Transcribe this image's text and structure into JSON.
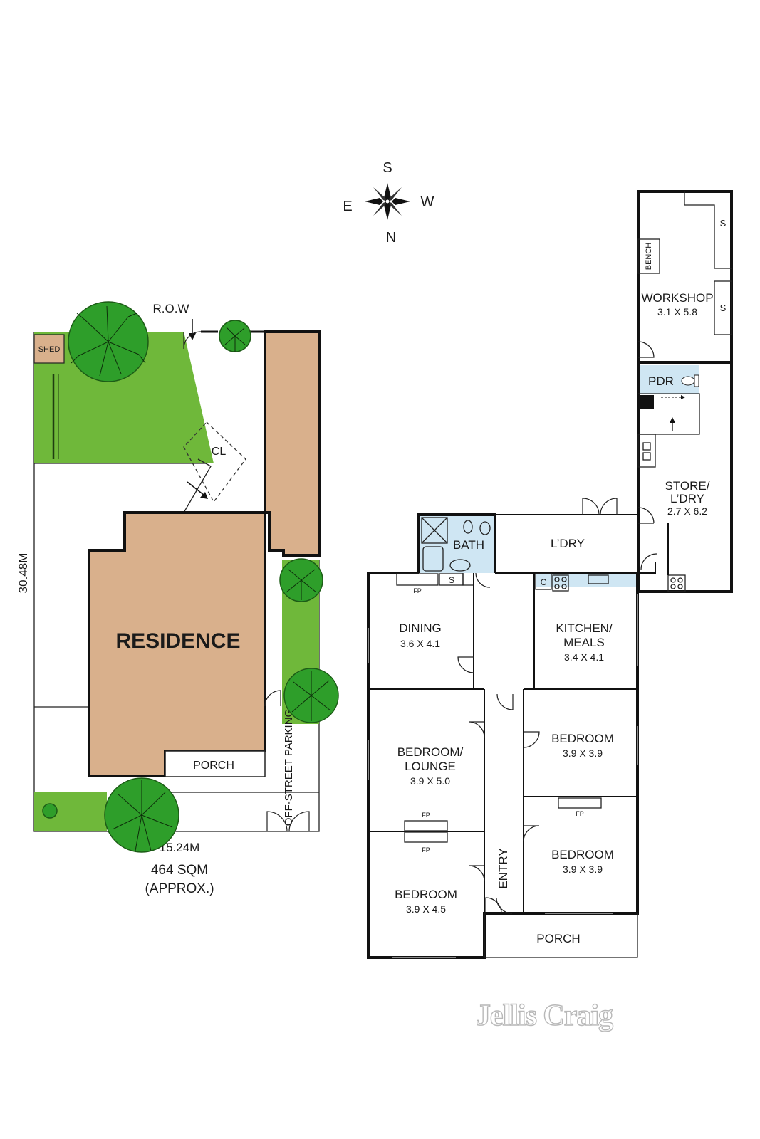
{
  "compass": {
    "s": "S",
    "w": "W",
    "e": "E",
    "n": "N"
  },
  "site": {
    "row": "R.O.W",
    "shed": "SHED",
    "cl": "CL",
    "residence": "RESIDENCE",
    "porch": "PORCH",
    "parking": "OFF-STREET PARKING",
    "depth": "30.48M",
    "frontage": "15.24M",
    "area": "464 SQM",
    "area_note": "(APPROX.)"
  },
  "rooms": {
    "workshop": {
      "name": "WORKSHOP",
      "dim": "3.1 X 5.8"
    },
    "bench": "BENCH",
    "shelf1": "S",
    "shelf2": "S",
    "pdr": "PDR",
    "store": {
      "name1": "STORE/",
      "name2": "L’DRY",
      "dim": "2.7 X 6.2"
    },
    "ldry": "L’DRY",
    "bath": "BATH",
    "dining": {
      "name": "DINING",
      "dim": "3.6 X 4.1"
    },
    "fp_dining": "FP",
    "shelf_dining": "S",
    "kitchen": {
      "name1": "KITCHEN/",
      "name2": "MEALS",
      "dim": "3.4 X 4.1"
    },
    "cupboard": "C",
    "lounge": {
      "name1": "BEDROOM/",
      "name2": "LOUNGE",
      "dim": "3.9 X 5.0"
    },
    "fp_lounge": "FP",
    "fp_bed_sw": "FP",
    "bed_sw": {
      "name": "BEDROOM",
      "dim": "3.9 X 4.5"
    },
    "bed_ne": {
      "name": "BEDROOM",
      "dim": "3.9 X 3.9"
    },
    "fp_bed_se": "FP",
    "bed_se": {
      "name": "BEDROOM",
      "dim": "3.9 X 3.9"
    },
    "entry": "ENTRY",
    "porch": "PORCH"
  },
  "brand": "Jellis Craig",
  "colors": {
    "lawn": "#6fb83a",
    "residence": "#d9b08c",
    "shed": "#d9b08c",
    "wet": "#cfe6f3",
    "tree": "#2e9e2a"
  }
}
